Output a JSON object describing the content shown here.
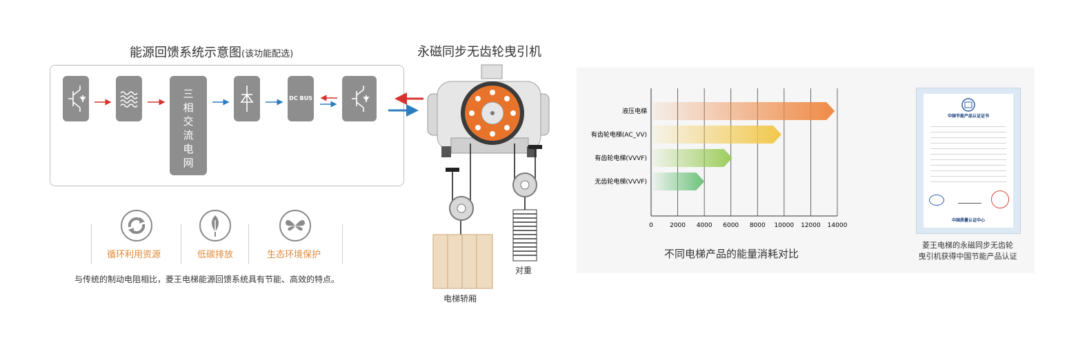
{
  "feedback_diagram": {
    "title": "能源回馈系统示意图",
    "title_note": "(该功能配选)",
    "dc_bus": "DC BUS",
    "grid_label": [
      "三",
      "相",
      "交",
      "流",
      "电",
      "网"
    ]
  },
  "benefits": [
    {
      "label": "循环利用资源",
      "icon": "recycle-icon"
    },
    {
      "label": "低碳排放",
      "icon": "leaf-icon"
    },
    {
      "label": "生态环境保护",
      "icon": "butterfly-icon"
    }
  ],
  "benefit_note": "与传统的制动电阻相比，菱王电梯能源回馈系统具有节能、高效的特点。",
  "machine": {
    "title": "永磁同步无齿轮曳引机",
    "counterweight_label": "对重",
    "car_label": "电梯轿厢"
  },
  "chart_data": {
    "type": "bar",
    "orientation": "horizontal",
    "title": "不同电梯产品的能量消耗对比",
    "categories": [
      "液压电梯",
      "有齿轮电梯(AC_VV)",
      "有齿轮电梯(VVVF)",
      "无齿轮电梯(VVVF)"
    ],
    "values": [
      13800,
      9800,
      6100,
      4000
    ],
    "xlim": [
      0,
      14000
    ],
    "xticks": [
      "0",
      "2000",
      "4000",
      "6000",
      "8000",
      "10000",
      "12000",
      "14000"
    ],
    "grid": true,
    "colors": [
      "#ef8a46",
      "#f2c84b",
      "#9ccd5a",
      "#6cc27a"
    ]
  },
  "certificate": {
    "header": "中国节能产品认证证书",
    "footer": "中国质量认证中心",
    "caption_line1": "菱王电梯的永磁同步无齿轮",
    "caption_line2": "曳引机获得中国节能产品认证"
  },
  "colors": {
    "arrow_red": "#d6332e",
    "arrow_blue": "#2a7ec0",
    "sheave_orange": "#e8732a",
    "block_gray": "#8e8e8e"
  }
}
